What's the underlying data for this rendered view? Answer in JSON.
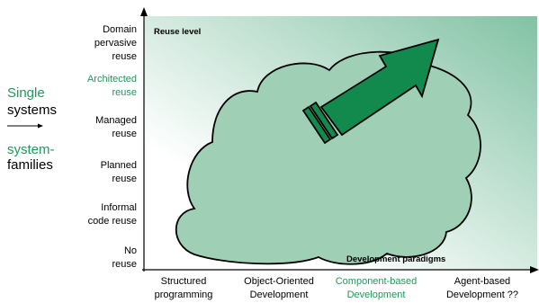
{
  "colors": {
    "accent": "#1f9a5c",
    "fill_dark": "#82c2a4",
    "cloud": "#9fd0b6",
    "arrow": "#138a4d",
    "axis": "#000000"
  },
  "side": {
    "single": "Single",
    "systems": "systems",
    "system_dash": "system-",
    "families": "families"
  },
  "y_levels": [
    {
      "line1": "Domain",
      "line2": "pervasive",
      "line3": "reuse",
      "accent": false
    },
    {
      "line1": "Architected",
      "line2": "reuse",
      "accent": true
    },
    {
      "line1": "Managed",
      "line2": "reuse",
      "accent": false
    },
    {
      "line1": "Planned",
      "line2": "reuse",
      "accent": false
    },
    {
      "line1": "Informal",
      "line2": "code reuse",
      "accent": false
    },
    {
      "line1": "No",
      "line2": "reuse",
      "accent": false
    }
  ],
  "x_paradigms": [
    {
      "line1": "Structured",
      "line2": "programming",
      "accent": false
    },
    {
      "line1": "Object-Oriented",
      "line2": "Development",
      "accent": false
    },
    {
      "line1": "Component-based",
      "line2": "Development",
      "accent": true
    },
    {
      "line1": "Agent-based",
      "line2": "Development ??",
      "accent": false
    }
  ],
  "reuse_level_label": "Reuse level",
  "paradigms_label": "Development paradigms"
}
